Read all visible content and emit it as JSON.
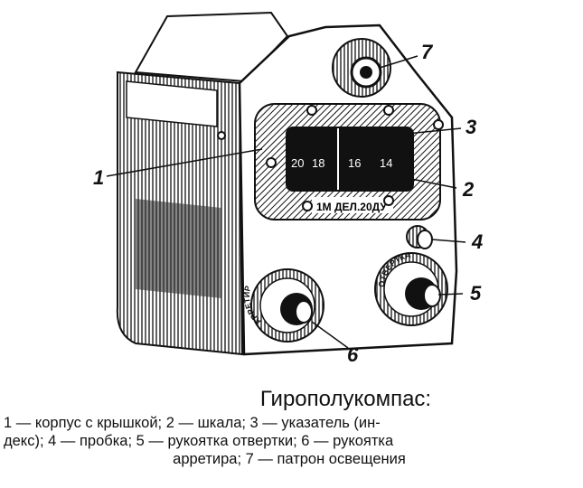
{
  "figure": {
    "callouts": [
      "1",
      "2",
      "3",
      "4",
      "5",
      "6",
      "7"
    ],
    "dial_numbers": [
      "20",
      "18",
      "16",
      "14"
    ],
    "plate_text": "1М ДЕЛ.20ДУ",
    "knob_left_text": "АРРЕТИР",
    "knob_right_text": "ОТВЕРТКА"
  },
  "caption": {
    "title": "Гирополукомпас:",
    "line1": "1 — корпус с крышкой; 2 — шкала; 3 — указатель (ин-",
    "line2": "декс); 4 — пробка; 5 — рукоятка отвертки; 6 — рукоятка",
    "line3": "арретира; 7 — патрон освещения"
  }
}
